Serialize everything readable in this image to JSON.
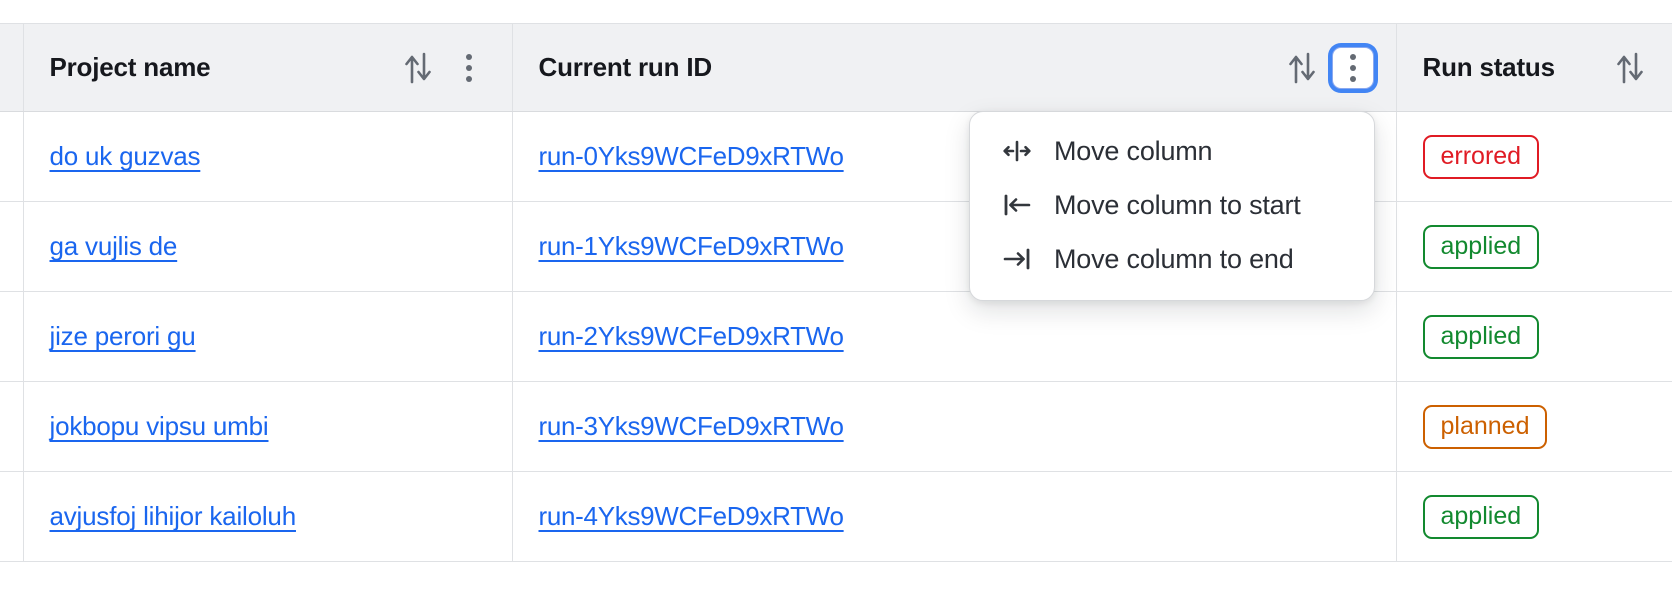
{
  "table": {
    "columns": [
      {
        "id": "select",
        "label": ""
      },
      {
        "id": "project_name",
        "label": "Project name",
        "sort_icon": "sort-arrows-icon",
        "menu_icon": "kebab-menu-icon"
      },
      {
        "id": "current_run_id",
        "label": "Current run ID",
        "sort_icon": "sort-arrows-icon",
        "menu_icon": "kebab-menu-icon"
      },
      {
        "id": "run_status",
        "label": "Run status",
        "sort_icon": "sort-arrows-icon"
      }
    ],
    "rows": [
      {
        "project_name": "do uk guzvas",
        "current_run_id": "run-0Yks9WCFeD9xRTWo",
        "run_status": "errored",
        "status_kind": "errored"
      },
      {
        "project_name": "ga vujlis de",
        "current_run_id": "run-1Yks9WCFeD9xRTWo",
        "run_status": "applied",
        "status_kind": "applied"
      },
      {
        "project_name": "jize perori gu",
        "current_run_id": "run-2Yks9WCFeD9xRTWo",
        "run_status": "applied",
        "status_kind": "applied"
      },
      {
        "project_name": "jokbopu vipsu umbi",
        "current_run_id": "run-3Yks9WCFeD9xRTWo",
        "run_status": "planned",
        "status_kind": "planned"
      },
      {
        "project_name": "avjusfoj lihijor kailoluh",
        "current_run_id": "run-4Yks9WCFeD9xRTWo",
        "run_status": "applied",
        "status_kind": "applied"
      }
    ]
  },
  "column_menu": {
    "open_for_column": "Current run ID",
    "items": [
      {
        "label": "Move column",
        "icon": "move-column-icon"
      },
      {
        "label": "Move column to start",
        "icon": "move-to-start-icon"
      },
      {
        "label": "Move column to end",
        "icon": "move-to-end-icon"
      }
    ]
  },
  "colors": {
    "link": "#1a66ef",
    "header_bg": "#f0f1f3",
    "border": "#dfe1e4",
    "focus_ring": "#4285f4",
    "status_errored": "#e01b24",
    "status_applied": "#12892f",
    "status_planned": "#cc6000"
  }
}
